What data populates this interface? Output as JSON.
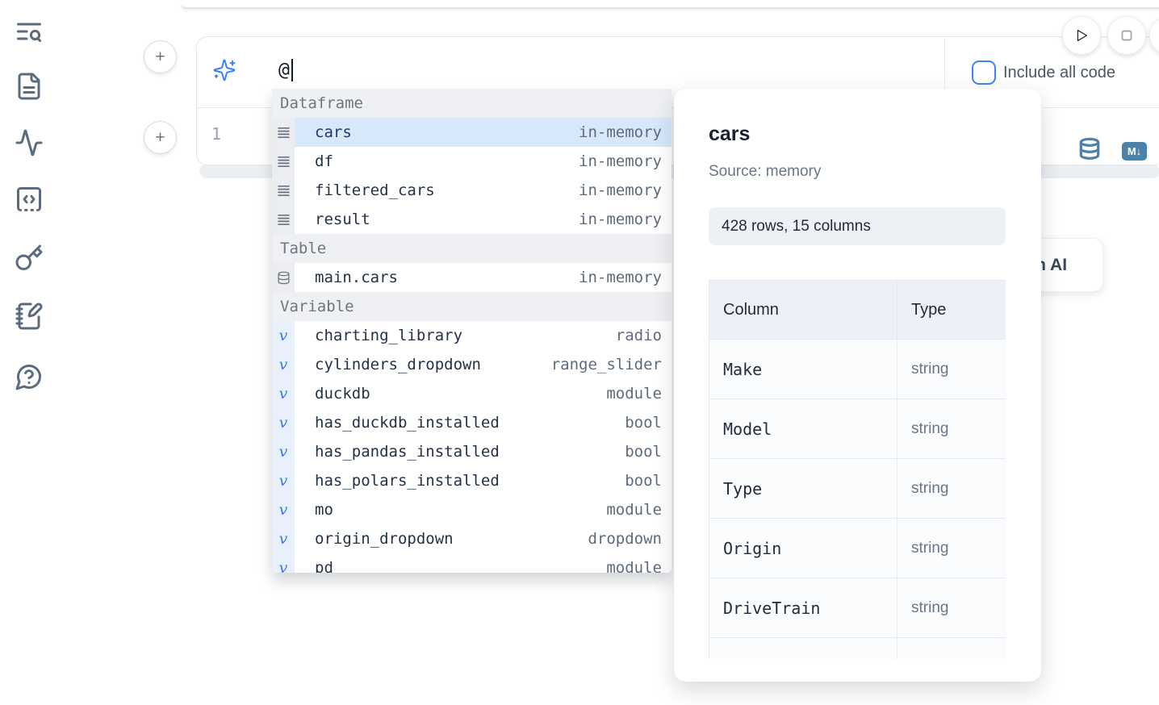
{
  "colors": {
    "accent": "#3b82f6",
    "steel_blue": "#4e81a8",
    "sidebar_icon": "#5b6b7e",
    "selected_row_bg": "#d7e8fa"
  },
  "sidebar": {
    "items": [
      {
        "icon": "text-search-icon"
      },
      {
        "icon": "file-text-icon"
      },
      {
        "icon": "activity-icon"
      },
      {
        "icon": "code-square-icon"
      },
      {
        "icon": "key-icon"
      },
      {
        "icon": "notebook-pen-icon"
      },
      {
        "icon": "help-chat-icon"
      }
    ]
  },
  "add_cell": {
    "glyph": "+"
  },
  "run_controls": {
    "play_icon": "play-icon",
    "stop_icon": "stop-icon"
  },
  "ai_cell": {
    "prompt_value": "@",
    "include_all_code_label": "Include all code",
    "checkbox_checked": false
  },
  "editor": {
    "line_number": "1"
  },
  "cell_actions": {
    "sql_icon": "database-icon",
    "markdown_label": "M↓"
  },
  "ai_button": {
    "label": "with AI"
  },
  "autocomplete": {
    "sections": [
      {
        "label": "Dataframe",
        "icon": "dataframe-icon",
        "items": [
          {
            "name": "cars",
            "type": "in-memory",
            "selected": true
          },
          {
            "name": "df",
            "type": "in-memory",
            "selected": false
          },
          {
            "name": "filtered_cars",
            "type": "in-memory",
            "selected": false
          },
          {
            "name": "result",
            "type": "in-memory",
            "selected": false
          }
        ]
      },
      {
        "label": "Table",
        "icon": "table-icon",
        "items": [
          {
            "name": "main.cars",
            "type": "in-memory",
            "selected": false
          }
        ]
      },
      {
        "label": "Variable",
        "icon": "variable-icon",
        "items": [
          {
            "name": "charting_library",
            "type": "radio",
            "selected": false
          },
          {
            "name": "cylinders_dropdown",
            "type": "range_slider",
            "selected": false
          },
          {
            "name": "duckdb",
            "type": "module",
            "selected": false
          },
          {
            "name": "has_duckdb_installed",
            "type": "bool",
            "selected": false
          },
          {
            "name": "has_pandas_installed",
            "type": "bool",
            "selected": false
          },
          {
            "name": "has_polars_installed",
            "type": "bool",
            "selected": false
          },
          {
            "name": "mo",
            "type": "module",
            "selected": false
          },
          {
            "name": "origin_dropdown",
            "type": "dropdown",
            "selected": false
          },
          {
            "name": "pd",
            "type": "module",
            "selected": false
          }
        ]
      }
    ]
  },
  "preview_panel": {
    "title": "cars",
    "source": "Source: memory",
    "stats": "428 rows, 15 columns",
    "table": {
      "headers": [
        "Column",
        "Type"
      ],
      "rows": [
        [
          "Make",
          "string"
        ],
        [
          "Model",
          "string"
        ],
        [
          "Type",
          "string"
        ],
        [
          "Origin",
          "string"
        ],
        [
          "DriveTrain",
          "string"
        ],
        [
          "",
          ""
        ]
      ]
    }
  }
}
